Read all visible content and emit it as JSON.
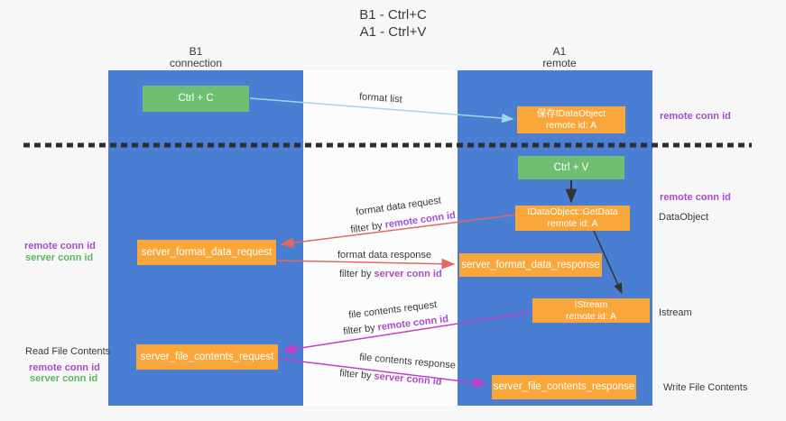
{
  "title": {
    "line1": "B1 - Ctrl+C",
    "line2": "A1 - Ctrl+V"
  },
  "columns": {
    "b1": {
      "name": "B1",
      "subtitle": "connection"
    },
    "a1": {
      "name": "A1",
      "subtitle": "remote"
    }
  },
  "nodes": {
    "ctrl_c": {
      "label": "Ctrl + C"
    },
    "save_idataobject": {
      "line1": "保存IDataObject",
      "line2": "remote id: A"
    },
    "ctrl_v": {
      "label": "Ctrl + V"
    },
    "getdata": {
      "line1": "IDataObject::GetData",
      "line2": "remote id: A"
    },
    "format_request": {
      "label": "server_format_data_request"
    },
    "format_response": {
      "label": "server_format_data_response"
    },
    "istream": {
      "line1": "IStream",
      "line2": "remote id: A"
    },
    "file_request": {
      "label": "server_file_contents_request"
    },
    "file_response": {
      "label": "server_file_contents_response"
    }
  },
  "arrow_labels": {
    "format_list": {
      "text": "format list"
    },
    "format_data_request": {
      "text": "format data request",
      "filter_prefix": "filter by",
      "filter_accent": "remote conn id"
    },
    "format_data_response": {
      "text": "format data response",
      "filter_prefix": "filter by",
      "filter_accent": "server conn id"
    },
    "file_contents_request": {
      "text": "file contents request",
      "filter_prefix": "filter by",
      "filter_accent": "remote conn id"
    },
    "file_contents_response": {
      "text": "file contents response",
      "filter_prefix": "filter by",
      "filter_accent": "server conn id"
    }
  },
  "side_labels": {
    "right": {
      "remote_conn_id_top": "remote conn id",
      "remote_conn_id_mid": "remote conn id",
      "dataobject": "DataObject",
      "istream": "Istream",
      "write_file_contents": "Write File Contents"
    },
    "left": {
      "remote_conn_id_format": "remote conn id",
      "server_conn_id_format": "server conn id",
      "read_file_contents": "Read File Contents",
      "remote_conn_id_file": "remote conn id",
      "server_conn_id_file": "server conn id"
    }
  },
  "colors": {
    "column_blue": "#4a7ed2",
    "box_green": "#6ebf72",
    "box_orange": "#f9a63a",
    "arrow_red": "#e06a5f",
    "arrow_magenta": "#c43fc4",
    "arrow_light_blue": "#a5d3f0",
    "arrow_black": "#333333",
    "label_purple": "#a64dc9",
    "label_green": "#5cb85c",
    "divider_black": "#2e2e2e"
  }
}
